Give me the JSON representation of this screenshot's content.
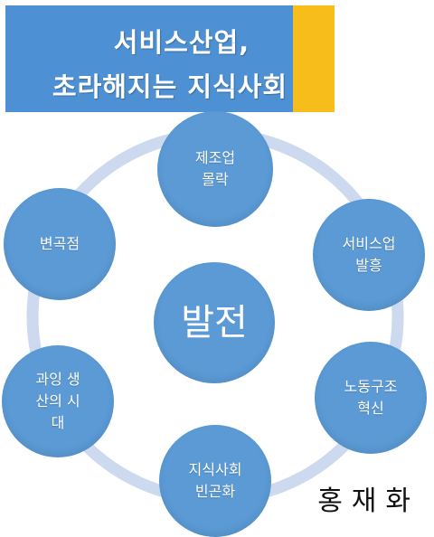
{
  "title": {
    "line1": "서비스산업,",
    "line2": "초라해지는 지식사회"
  },
  "center": "발전",
  "nodes": [
    {
      "label": "제조업\n몰락"
    },
    {
      "label": "서비스업\n발흥"
    },
    {
      "label": "노동구조\n혁신"
    },
    {
      "label": "지식사회\n빈곤화"
    },
    {
      "label": "과잉 생\n산의 시\n대"
    },
    {
      "label": "변곡점"
    }
  ],
  "author": "홍재화",
  "colors": {
    "title_bg": "#4d90d4",
    "title_accent": "#f7bd1b",
    "node_fill": "#5b9ad5",
    "ring": "#cdd9ee"
  }
}
